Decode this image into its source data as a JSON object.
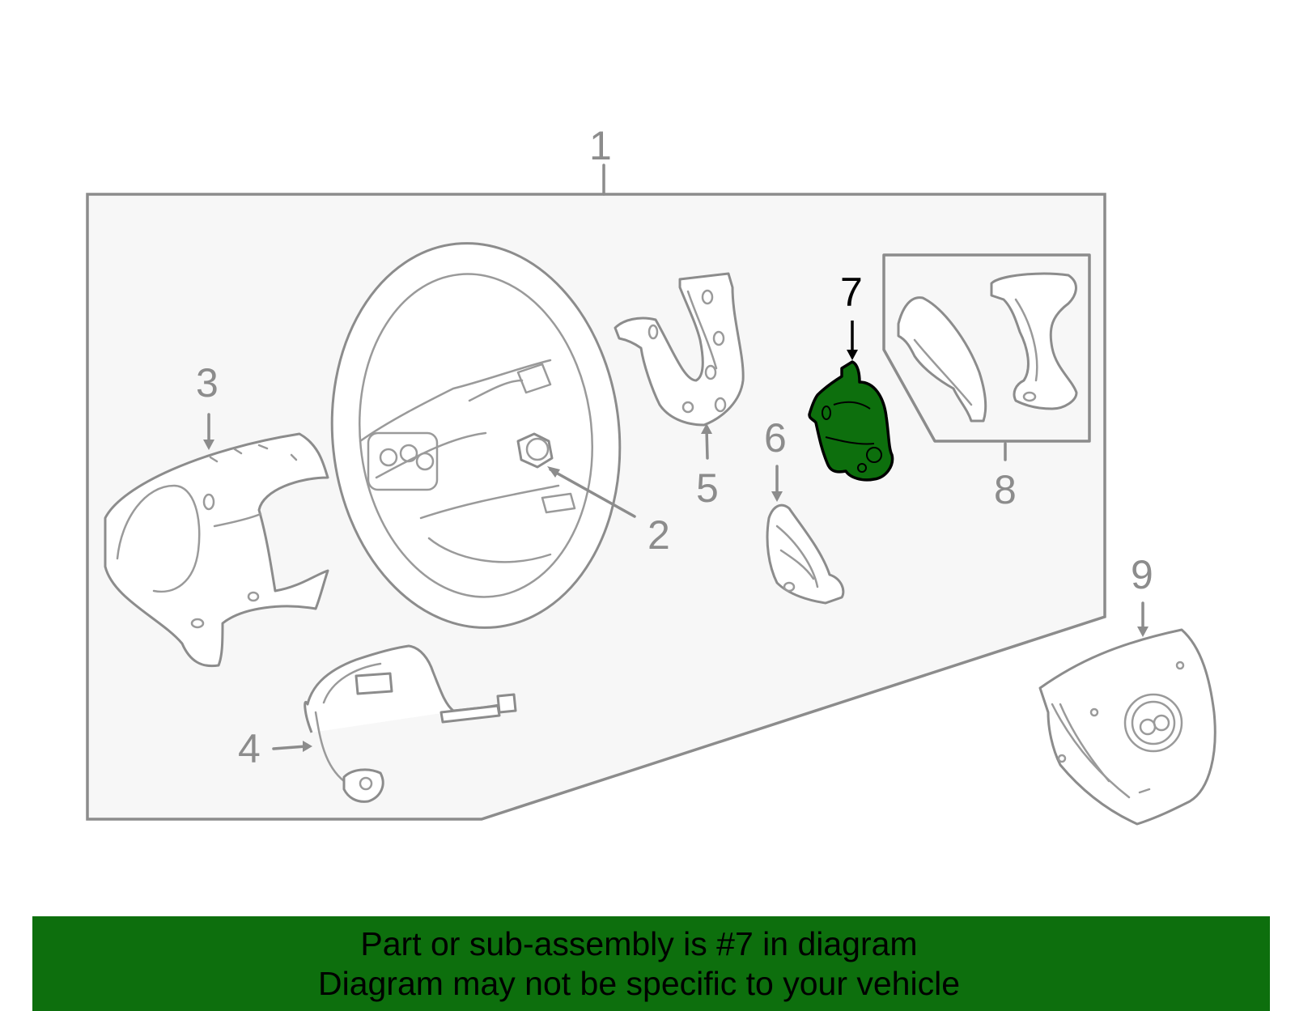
{
  "diagram": {
    "callouts": {
      "c1": "1",
      "c2": "2",
      "c3": "3",
      "c4": "4",
      "c5": "5",
      "c6": "6",
      "c7": "7",
      "c8": "8",
      "c9": "9"
    },
    "highlight_color": "#0d6f0d",
    "line_color": "#8c8c8c",
    "panel_fill": "#f7f7f7"
  },
  "banner": {
    "line1": "Part or sub-assembly is #7 in diagram",
    "line2": "Diagram may not be specific to your vehicle",
    "background": "#0d6f0d"
  }
}
